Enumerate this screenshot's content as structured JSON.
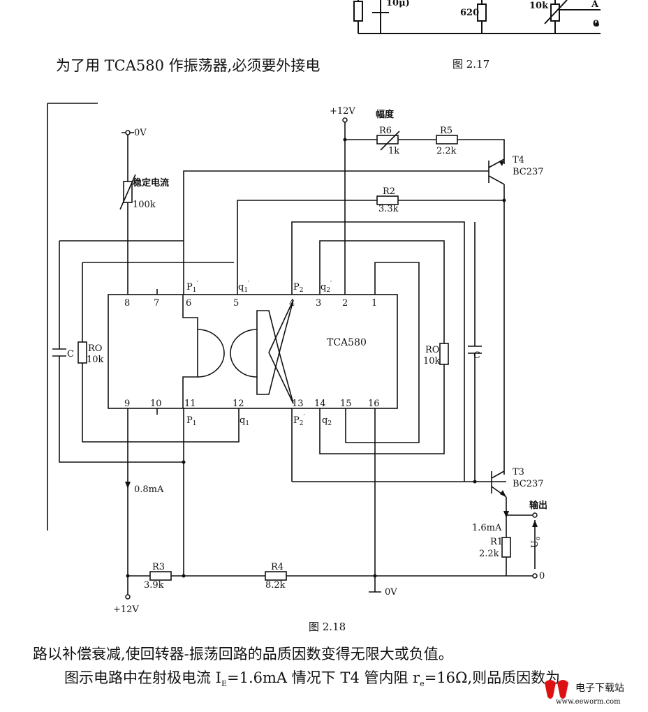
{
  "top_fragment": {
    "capacitor_label": "10μ)",
    "resistor_620": "620",
    "pot_10k": "10k",
    "node_a": "A",
    "node_0": "0"
  },
  "text": {
    "line1": "为了用 TCA580 作振荡器,必须要外接电",
    "fig_2_17": "图 2.17",
    "fig_2_18": "图 2.18",
    "line2": "路以补偿衰减,使回转器-振荡回路的品质因数变得无限大或负值。",
    "line3": "图示电路中在射极电流 I",
    "line3_sub_e": "E",
    "line3_mid": "=1.6mA 情况下 T4 管内阻 r",
    "line3_sub_e2": "e",
    "line3_end": "=16Ω,则品质因数为"
  },
  "circuit": {
    "ic_name": "TCA580",
    "pins_top": [
      "8",
      "7",
      "6",
      "5",
      "4",
      "3",
      "2",
      "1"
    ],
    "pins_bottom": [
      "9",
      "10",
      "11",
      "12",
      "13",
      "14",
      "15",
      "16"
    ],
    "pin_labels": {
      "p1_prime": "P",
      "p1_prime_sub": "1",
      "q1_prime": "q",
      "q1_prime_sub": "1",
      "p2": "P",
      "p2_sub": "2",
      "q2_prime": "q",
      "q2_prime_sub": "2",
      "p1": "P",
      "p1_sub": "1",
      "q1": "q",
      "q1_sub": "1",
      "p2_prime": "P",
      "p2_prime_sub": "2",
      "q2": "q",
      "q2_sub": "2"
    },
    "supply_top": "+12V",
    "supply_0v_top": "0V",
    "supply_bottom": "+12V",
    "ground_0v": "0V",
    "amplitude": "幅度",
    "stable_current": "稳定电流",
    "pot_100k": "100k",
    "r6": "R6",
    "r6_val": "1k",
    "r5": "R5",
    "r5_val": "2.2k",
    "r2": "R2",
    "r2_val": "3.3k",
    "t4": "T4",
    "t4_type": "BC237",
    "t3": "T3",
    "t3_type": "BC237",
    "ro_left": "RO",
    "ro_left_val": "10k",
    "c_left": "C",
    "ro_right": "RO",
    "ro_right_val": "10k",
    "c_right": "C",
    "current_08": "0.8mA",
    "current_16": "1.6mA",
    "r1": "R1",
    "r1_val": "2.2k",
    "r3": "R3",
    "r3_val": "3.9k",
    "r4": "R4",
    "r4_val": "8.2k",
    "output": "输出",
    "uo": "U",
    "uo_sub": "o",
    "out_zero": "0"
  },
  "watermark": {
    "brand": "电子下载站",
    "url": "www.eeworm.com"
  }
}
